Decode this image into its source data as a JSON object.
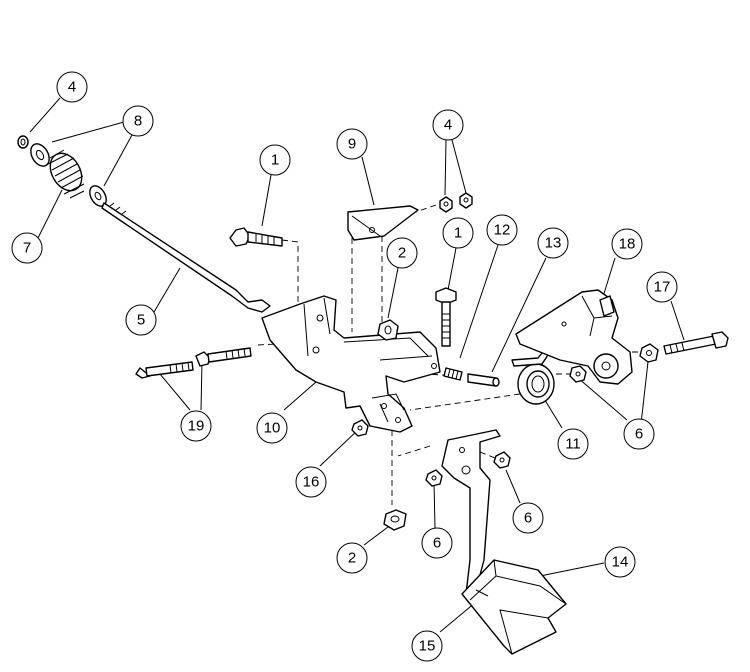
{
  "callouts": [
    {
      "id": "c4a",
      "label": "4"
    },
    {
      "id": "c8",
      "label": "8"
    },
    {
      "id": "c7",
      "label": "7"
    },
    {
      "id": "c5",
      "label": "5"
    },
    {
      "id": "c1a",
      "label": "1"
    },
    {
      "id": "c9",
      "label": "9"
    },
    {
      "id": "c4b",
      "label": "4"
    },
    {
      "id": "c2a",
      "label": "2"
    },
    {
      "id": "c1b",
      "label": "1"
    },
    {
      "id": "c12",
      "label": "12"
    },
    {
      "id": "c13",
      "label": "13"
    },
    {
      "id": "c18",
      "label": "18"
    },
    {
      "id": "c17",
      "label": "17"
    },
    {
      "id": "c19",
      "label": "19"
    },
    {
      "id": "c10",
      "label": "10"
    },
    {
      "id": "c11",
      "label": "11"
    },
    {
      "id": "c6a",
      "label": "6"
    },
    {
      "id": "c16",
      "label": "16"
    },
    {
      "id": "c6b",
      "label": "6"
    },
    {
      "id": "c2b",
      "label": "2"
    },
    {
      "id": "c6c",
      "label": "6"
    },
    {
      "id": "c14",
      "label": "14"
    },
    {
      "id": "c15",
      "label": "15"
    }
  ],
  "colors": {
    "ink": "#000000",
    "paper": "#ffffff"
  }
}
